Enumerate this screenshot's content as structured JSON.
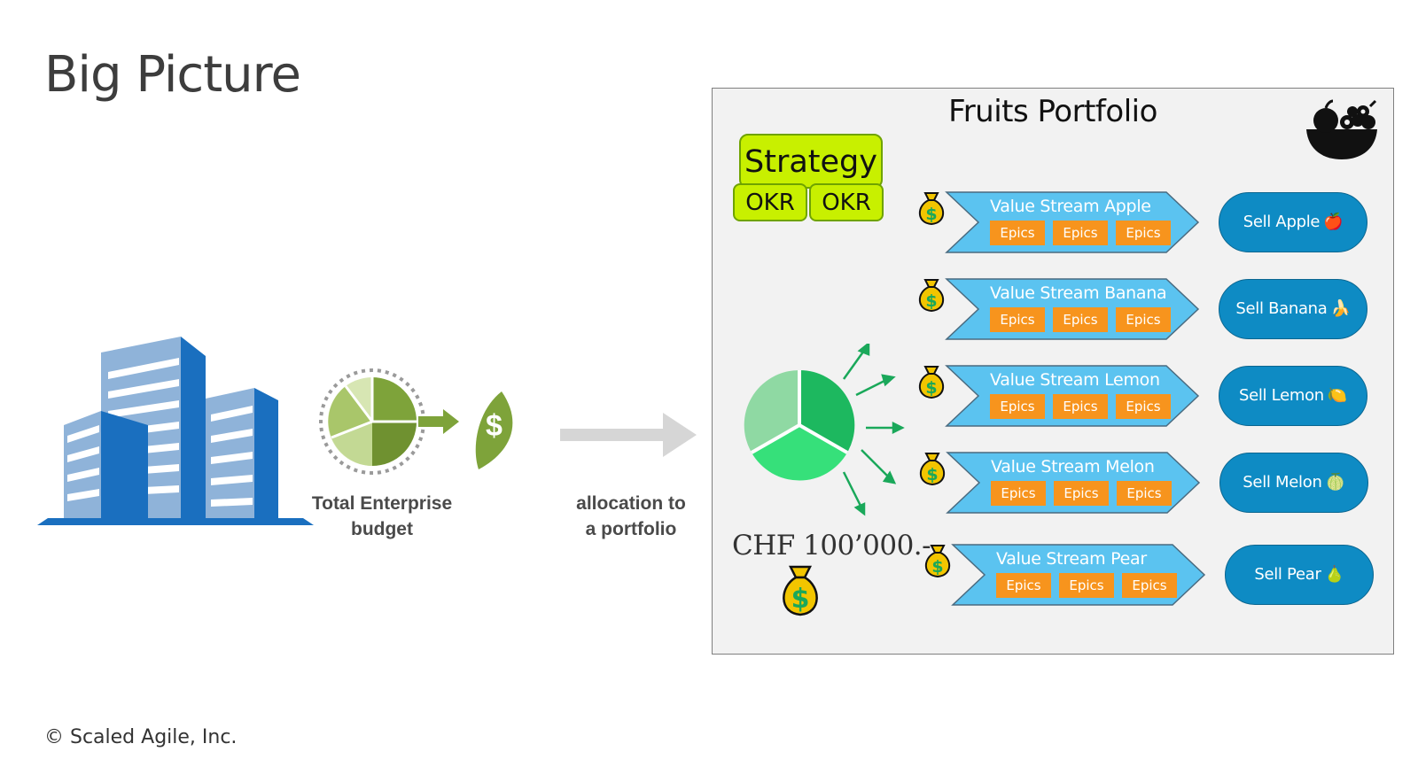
{
  "title": "Big Picture",
  "footer": "© Scaled Agile, Inc.",
  "budget_caption_line1": "Total Enterprise",
  "budget_caption_line2": "budget",
  "dollar_symbol": "$",
  "allocation_line1": "allocation to",
  "allocation_line2": "a portfolio",
  "portfolio": {
    "title": "Fruits Portfolio",
    "basket_icon": "fruit-basket-icon",
    "strategy": "Strategy",
    "okrs": [
      "OKR",
      "OKR"
    ],
    "budget": "CHF 100’000.-",
    "streams": [
      {
        "name": "Value Stream Apple",
        "epics": [
          "Epics",
          "Epics",
          "Epics"
        ],
        "sell": "Sell Apple",
        "fruit": "🍎"
      },
      {
        "name": "Value Stream Banana",
        "epics": [
          "Epics",
          "Epics",
          "Epics"
        ],
        "sell": "Sell Banana",
        "fruit": "🍌"
      },
      {
        "name": "Value Stream Lemon",
        "epics": [
          "Epics",
          "Epics",
          "Epics"
        ],
        "sell": "Sell Lemon",
        "fruit": "🍋"
      },
      {
        "name": "Value Stream  Melon",
        "epics": [
          "Epics",
          "Epics",
          "Epics"
        ],
        "sell": "Sell Melon",
        "fruit": "🍈"
      },
      {
        "name": "Value Stream Pear",
        "epics": [
          "Epics",
          "Epics",
          "Epics"
        ],
        "sell": "Sell Pear",
        "fruit": "🍐"
      }
    ]
  },
  "colors": {
    "building_blue": "#1a6fbf",
    "olive_green": "#7ea33a",
    "value_stream_blue": "#5bc3f0",
    "epic_orange": "#f7941d",
    "sell_blue": "#0e8bc4",
    "strategy_lime": "#c8f000",
    "arrow_green": "#1aa85a"
  }
}
